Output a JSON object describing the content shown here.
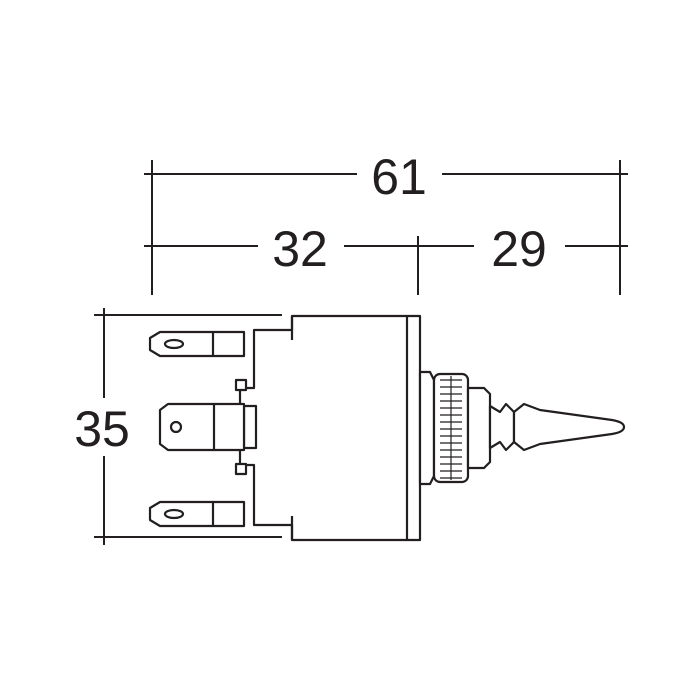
{
  "dimensions": {
    "overall_length": "61",
    "body_length": "32",
    "toggle_length": "29",
    "height": "35"
  },
  "colors": {
    "line": "#231f20",
    "background": "#ffffff"
  }
}
